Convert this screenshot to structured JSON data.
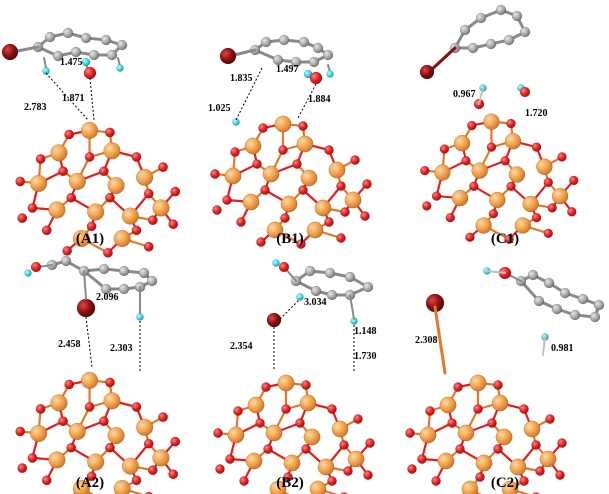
{
  "colors": {
    "iron": "#f2a24a",
    "oxygen": "#e32020",
    "carbon": "#9c9c9c",
    "hydrogen": "#2fd8e6",
    "bromine": "#8f0f0f",
    "bond_fe_o": "#e07a2a",
    "contact_line": "#000000"
  },
  "panels": [
    {
      "id": "A1",
      "label": "(A1)",
      "distances": [
        "1.475",
        "2.783",
        "1.871"
      ]
    },
    {
      "id": "B1",
      "label": "(B1)",
      "distances": [
        "1.835",
        "1.497",
        "1.025",
        "1.884"
      ]
    },
    {
      "id": "C1",
      "label": "(C1)",
      "distances": [
        "0.967",
        "1.720"
      ]
    },
    {
      "id": "A2",
      "label": "(A2)",
      "distances": [
        "2.096",
        "2.458",
        "2.303"
      ]
    },
    {
      "id": "B2",
      "label": "(B2)",
      "distances": [
        "3.034",
        "2.354",
        "1.148",
        "1.730"
      ]
    },
    {
      "id": "C2",
      "label": "(C2)",
      "distances": [
        "2.308",
        "0.981"
      ]
    }
  ]
}
